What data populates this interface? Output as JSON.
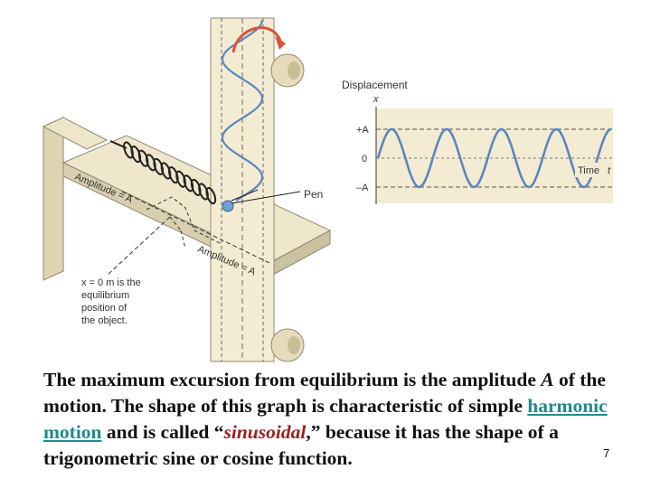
{
  "diagram": {
    "graph": {
      "title": "Displacement",
      "axis_variable": "x",
      "tick_plus": "+A",
      "tick_zero": "0",
      "tick_minus": "–A",
      "time_label": "Time",
      "time_variable": "t"
    },
    "labels": {
      "pen": "Pen",
      "amplitude_left": "Amplitude = A",
      "amplitude_right": "Amplitude = A",
      "equilibrium_lines": [
        "x = 0 m is the",
        "equilibrium",
        "position of",
        "the object."
      ]
    },
    "colors": {
      "wave": "#5a87c0",
      "arrow": "#d9543a",
      "paper": "#f4ecd2",
      "board": "#e8dfc0"
    }
  },
  "caption": {
    "part1": "The maximum excursion from equilibrium is the amplitude ",
    "amp_symbol": "A",
    "part2": " of the motion. The shape of this graph is characteristic of simple ",
    "link_text": "harmonic motion",
    "part3": " and is called “",
    "emph_text": "sinusoidal",
    "part4": ",” because it has the shape of a trigonometric sine or cosine function."
  },
  "slide_number": "7"
}
